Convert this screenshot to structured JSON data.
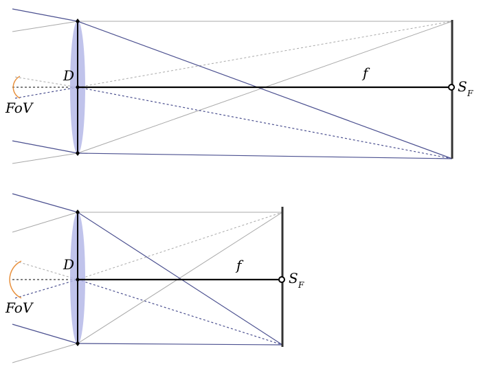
{
  "colors": {
    "lens_fill": "#b5b8e8",
    "chief_ray": "#4a4f8f",
    "grey_ray": "#a8a8a8",
    "axis": "#000000",
    "sensor": "#333333",
    "fov_arc": "#e8903c"
  },
  "panels": [
    {
      "labels": {
        "aperture": "D",
        "focal_length": "f",
        "sensor_main": "S",
        "sensor_sub": "F",
        "fov": "FoV"
      }
    },
    {
      "labels": {
        "aperture": "D",
        "focal_length": "f",
        "sensor_main": "S",
        "sensor_sub": "F",
        "fov": "FoV"
      }
    }
  ]
}
